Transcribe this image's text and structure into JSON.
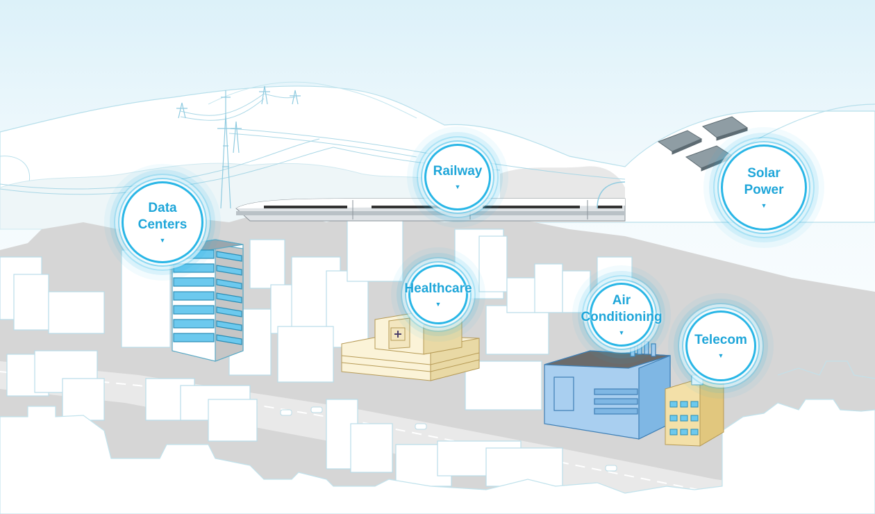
{
  "hotspots": {
    "data_centers": {
      "label": "Data\nCenters",
      "caret": "▼"
    },
    "railway": {
      "label": "Railway",
      "caret": "▼"
    },
    "solar_power": {
      "label": "Solar\nPower",
      "caret": "▼"
    },
    "healthcare": {
      "label": "Healthcare",
      "caret": "▼"
    },
    "air_conditioning": {
      "label": "Air\nConditioning",
      "caret": "▼"
    },
    "telecom": {
      "label": "Telecom",
      "caret": "▼"
    }
  },
  "colors": {
    "accent": "#1fa6d9",
    "sky_top": "#dff2f8",
    "building_grey": "#d4d4d4",
    "outline": "#9fd6e6",
    "data_center_blue": "#6cc9ee",
    "ac_blue": "#a9cff0",
    "hospital_beige": "#f3e6bf"
  },
  "icons": [
    "high-voltage-tower-icon",
    "bullet-train-icon",
    "solar-panel-icon",
    "hospital-building-icon",
    "office-building-icon",
    "telecom-tower-icon"
  ]
}
